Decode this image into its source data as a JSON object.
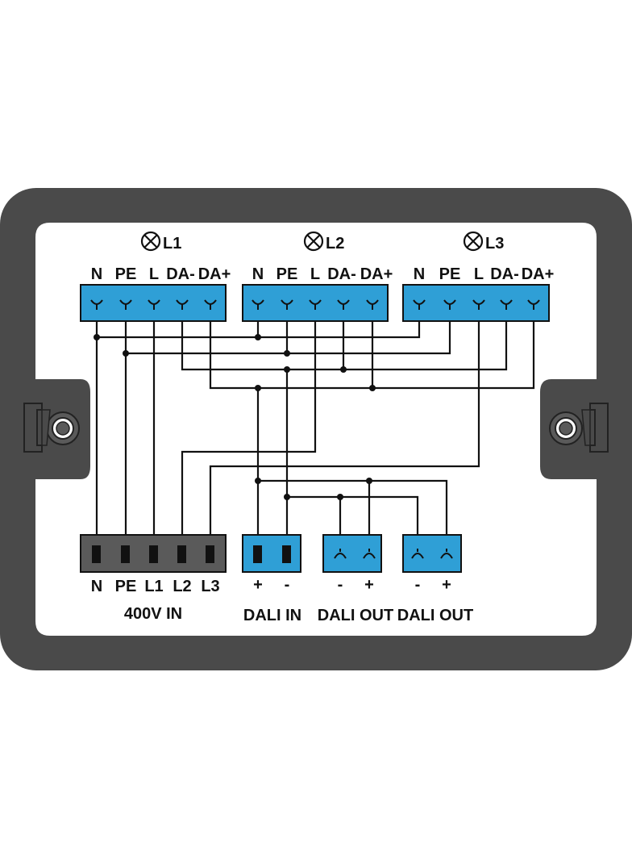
{
  "colors": {
    "housing": "#4a4a4a",
    "housing_inner": "#ffffff",
    "connector_blue": "#2f9fd6",
    "connector_gray": "#5a5a5a",
    "wire": "#111111"
  },
  "output_groups": [
    {
      "name": "L1",
      "lamp_icon": "lamp-cross-icon",
      "pins": [
        "N",
        "PE",
        "L",
        "DA-",
        "DA+"
      ]
    },
    {
      "name": "L2",
      "lamp_icon": "lamp-cross-icon",
      "pins": [
        "N",
        "PE",
        "L",
        "DA-",
        "DA+"
      ]
    },
    {
      "name": "L3",
      "lamp_icon": "lamp-cross-icon",
      "pins": [
        "N",
        "PE",
        "L",
        "DA-",
        "DA+"
      ]
    }
  ],
  "inputs": {
    "power": {
      "title": "400V IN",
      "pins": [
        "N",
        "PE",
        "L1",
        "L2",
        "L3"
      ]
    },
    "dali_in": {
      "title": "DALI IN",
      "pins": [
        "+",
        "-"
      ]
    },
    "dali_out_1": {
      "title": "DALI OUT",
      "pins": [
        "-",
        "+"
      ]
    },
    "dali_out_2": {
      "title": "DALI OUT",
      "pins": [
        "-",
        "+"
      ]
    }
  }
}
